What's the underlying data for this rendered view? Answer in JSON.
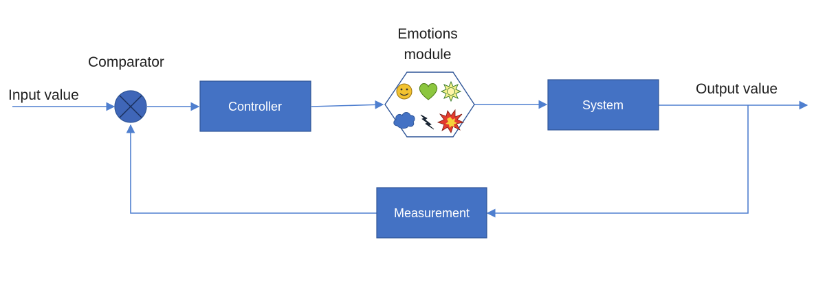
{
  "labels": {
    "input": "Input value",
    "comparator": "Comparator",
    "emotions_line1": "Emotions",
    "emotions_line2": "module",
    "output": "Output value"
  },
  "blocks": {
    "controller": "Controller",
    "system": "System",
    "measurement": "Measurement"
  },
  "emotion_icons": [
    "smiley-icon",
    "heart-icon",
    "sun-icon",
    "cloud-icon",
    "lightning-icon",
    "explosion-icon"
  ],
  "colors": {
    "block_fill": "#4472c4",
    "block_stroke": "#2f5597",
    "wire": "#4f7fcf",
    "comparator_fill": "#3f66b8",
    "hexagon_stroke": "#2f5597"
  }
}
